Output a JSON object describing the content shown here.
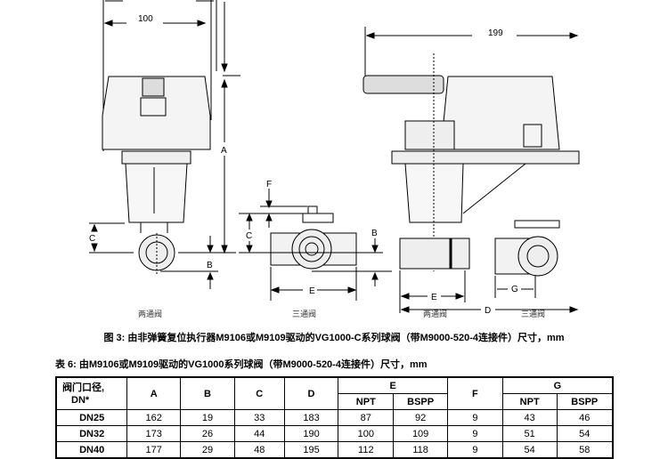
{
  "drawing": {
    "dim_100": "100",
    "dim_199": "199",
    "labels": {
      "A": "A",
      "B": "B",
      "C": "C",
      "D": "D",
      "E": "E",
      "F": "F",
      "G": "G"
    },
    "view_labels": [
      "两通阀",
      "三通阀",
      "两通阀",
      "三通阀"
    ]
  },
  "figure_caption": "图 3: 由非弹簧复位执行器M9106或M9109驱动的VG1000-C系列球阀（带M9000-520-4连接件）尺寸，mm",
  "table": {
    "caption": "表 6: 由M9106或M9109驱动的VG1000系列球阀（带M9000-520-4连接件）尺寸，mm",
    "headers": {
      "dn": "阀门口径,",
      "dn2": "DN*",
      "A": "A",
      "B": "B",
      "C": "C",
      "D": "D",
      "E": "E",
      "F": "F",
      "G": "G",
      "npt": "NPT",
      "bspp": "BSPP"
    },
    "rows": [
      [
        "DN25",
        "162",
        "19",
        "33",
        "183",
        "87",
        "92",
        "9",
        "43",
        "46"
      ],
      [
        "DN32",
        "173",
        "26",
        "44",
        "190",
        "100",
        "109",
        "9",
        "51",
        "54"
      ],
      [
        "DN40",
        "177",
        "29",
        "48",
        "195",
        "112",
        "118",
        "9",
        "54",
        "58"
      ]
    ]
  }
}
